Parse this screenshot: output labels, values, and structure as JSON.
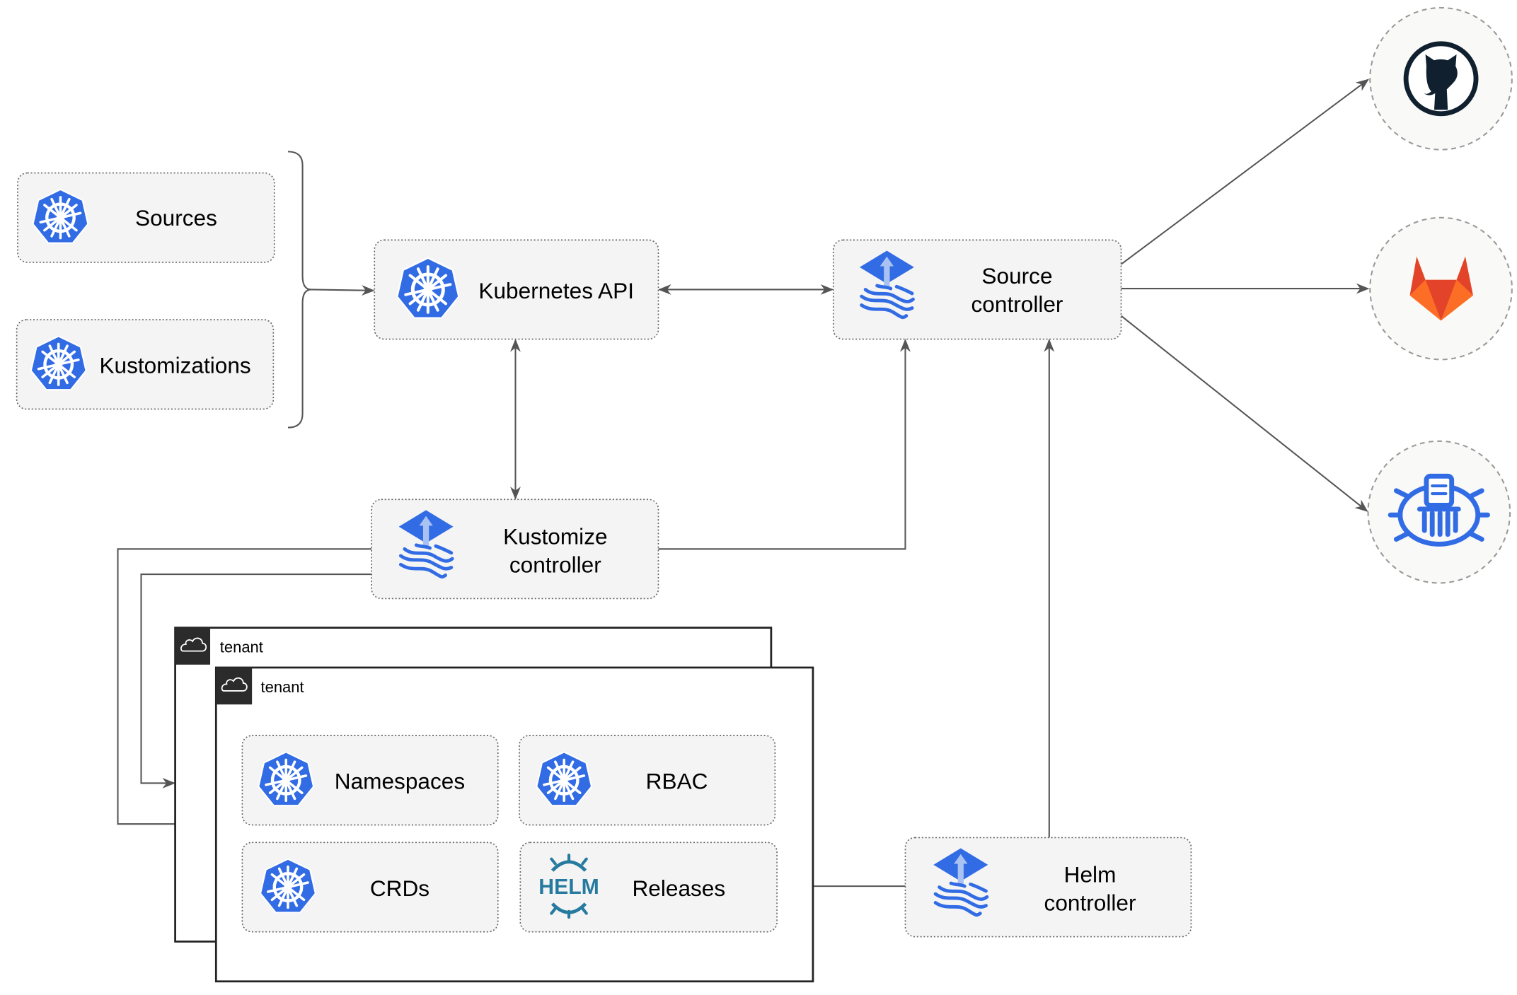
{
  "nodes": {
    "sources": "Sources",
    "kustomizations": "Kustomizations",
    "kubernetes_api": "Kubernetes API",
    "source_controller": [
      "Source",
      "controller"
    ],
    "kustomize_controller": [
      "Kustomize",
      "controller"
    ],
    "helm_controller": [
      "Helm",
      "controller"
    ],
    "namespaces": "Namespaces",
    "rbac": "RBAC",
    "crds": "CRDs",
    "releases": "Releases"
  },
  "tenants": [
    "tenant",
    "tenant"
  ],
  "helm_logo_text": "HELM",
  "external": {
    "icons": [
      "github-icon",
      "gitlab-icon",
      "bucket-icon"
    ]
  },
  "colors": {
    "kubernetes_blue": "#326CE5",
    "gitlab_orange": "#E24329",
    "gitlab_yellow": "#FCA326",
    "github_dark": "#10202F",
    "helm_blue": "#277A9F"
  }
}
